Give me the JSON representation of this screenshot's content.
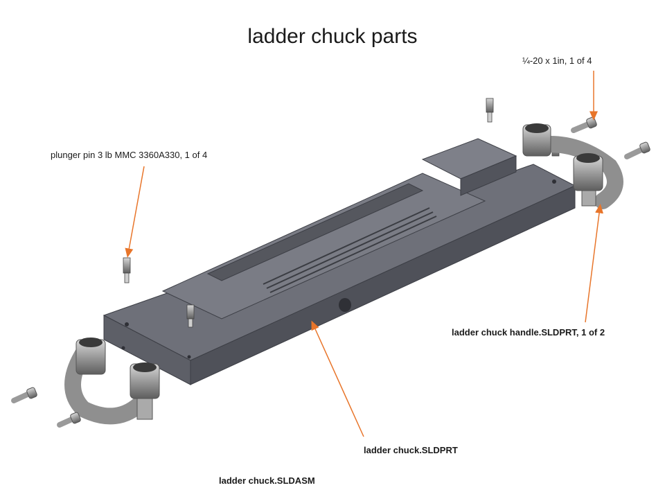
{
  "title": "ladder chuck parts",
  "labels": {
    "screw": "¼-20 x 1in, 1 of 4",
    "plunger": "plunger pin 3 lb MMC 3360A330, 1 of 4",
    "handle": "ladder chuck handle.SLDPRT, 1 of 2",
    "chuck": "ladder chuck.SLDPRT",
    "assembly": "ladder chuck.SLDASM"
  },
  "colors": {
    "callout_arrow": "#e8752a",
    "part_body": "#6e7079",
    "part_dark": "#4a4c54",
    "metal": "#9a9a9a"
  }
}
